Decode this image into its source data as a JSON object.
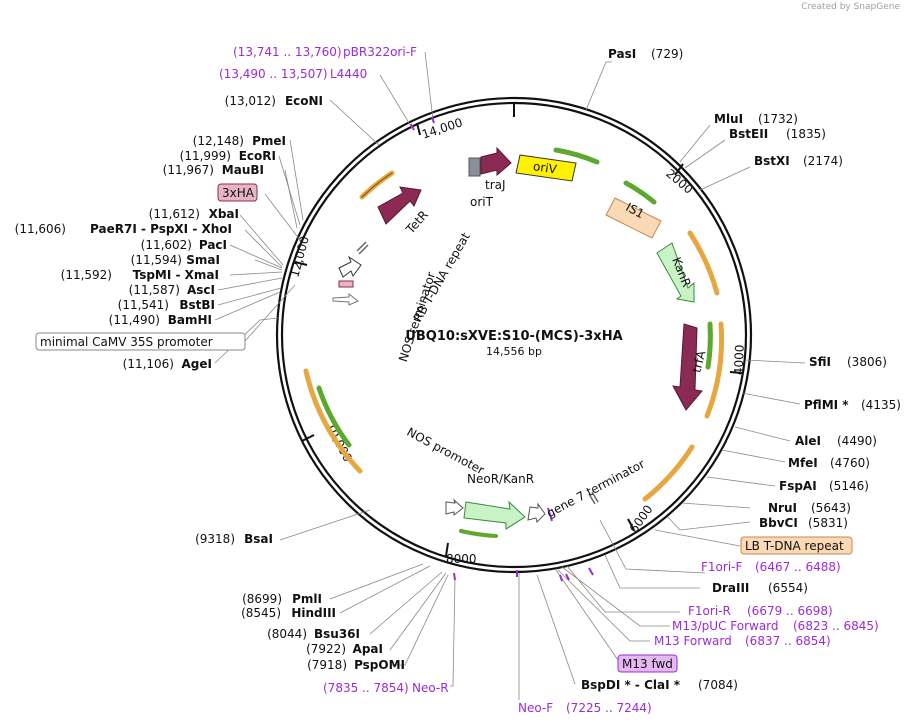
{
  "credit": "Created by SnapGene",
  "title": "UBQ10:sXVE:S10-(MCS)-3xHA",
  "subtitle": "14,556 bp",
  "ticks": [
    "2000",
    "4000",
    "6000",
    "8000",
    "10,000",
    "12,000",
    "14,000"
  ],
  "colors": {
    "backbone": "#111111",
    "primer": "#9a2cd6",
    "orf_dark": "#8b2a55",
    "feature_green": "#c9f2c7",
    "origin_yellow": "#fff200",
    "repeat_peach": "#fbd9b6",
    "tag_pink": "#e8b5c6",
    "arc_orange": "#e8a640",
    "arc_green": "#5ea82e"
  },
  "sites": [
    {
      "name": "PasI",
      "pos": "(729)"
    },
    {
      "name": "MluI",
      "pos": "(1732)"
    },
    {
      "name": "BstEII",
      "pos": "(1835)"
    },
    {
      "name": "BstXI",
      "pos": "(2174)"
    },
    {
      "name": "SfiI",
      "pos": "(3806)"
    },
    {
      "name": "PflMI *",
      "pos": "(4135)"
    },
    {
      "name": "AleI",
      "pos": "(4490)"
    },
    {
      "name": "MfeI",
      "pos": "(4760)"
    },
    {
      "name": "FspAI",
      "pos": "(5146)"
    },
    {
      "name": "NruI",
      "pos": "(5643)"
    },
    {
      "name": "BbvCI",
      "pos": "(5831)"
    },
    {
      "name": "DraIII",
      "pos": "(6554)"
    },
    {
      "name": "BspDI * - ClaI *",
      "pos": "(7084)"
    },
    {
      "name": "PspOMI",
      "pos": "(7918)"
    },
    {
      "name": "ApaI",
      "pos": "(7922)"
    },
    {
      "name": "Bsu36I",
      "pos": "(8044)"
    },
    {
      "name": "HindIII",
      "pos": "(8545)"
    },
    {
      "name": "PmlI",
      "pos": "(8699)"
    },
    {
      "name": "BsaI",
      "pos": "(9318)"
    },
    {
      "name": "AgeI",
      "pos": "(11,106)"
    },
    {
      "name": "BamHI",
      "pos": "(11,490)"
    },
    {
      "name": "BstBI",
      "pos": "(11,541)"
    },
    {
      "name": "AscI",
      "pos": "(11,587)"
    },
    {
      "name": "TspMI - XmaI",
      "pos": "(11,592)"
    },
    {
      "name": "SmaI",
      "pos": "(11,594)"
    },
    {
      "name": "PacI",
      "pos": "(11,602)"
    },
    {
      "name": "PaeR7I - PspXI - XhoI",
      "pos": "(11,606)"
    },
    {
      "name": "XbaI",
      "pos": "(11,612)"
    },
    {
      "name": "MauBI",
      "pos": "(11,967)"
    },
    {
      "name": "EcoRI",
      "pos": "(11,999)"
    },
    {
      "name": "PmeI",
      "pos": "(12,148)"
    },
    {
      "name": "EcoNI",
      "pos": "(13,012)"
    }
  ],
  "primers": [
    {
      "name": "pBR322ori-F",
      "range": "(13,741 .. 13,760)"
    },
    {
      "name": "L4440",
      "range": "(13,490 .. 13,507)"
    },
    {
      "name": "F1ori-F",
      "range": "(6467 .. 6488)"
    },
    {
      "name": "F1ori-R",
      "range": "(6679 .. 6698)"
    },
    {
      "name": "M13/pUC Forward",
      "range": "(6823 .. 6845)"
    },
    {
      "name": "M13 Forward",
      "range": "(6837 .. 6854)"
    },
    {
      "name": "Neo-R",
      "range": "(7835 .. 7854)"
    },
    {
      "name": "Neo-F",
      "range": "(7225 .. 7244)"
    }
  ],
  "boxed": {
    "three_xha": "3xHA",
    "lb_repeat": "LB T-DNA repeat",
    "m13_fwd": "M13 fwd",
    "camv": "minimal CaMV 35S promoter"
  },
  "features": {
    "oriT": "oriT",
    "traJ": "traJ",
    "oriV": "oriV",
    "IS1": "IS1",
    "KanR": "KanR",
    "trfA": "trfA",
    "TetR": "TetR",
    "rb_repeat": "RB T-DNA repeat",
    "nos_term": "NOS terminator",
    "nos_prom": "NOS promoter",
    "neor": "NeoR/KanR",
    "gene7": "gene 7 terminator"
  }
}
